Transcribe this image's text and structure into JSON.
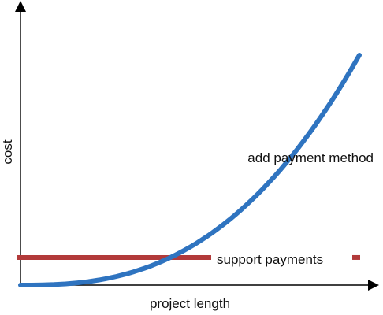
{
  "chart_data": {
    "type": "line",
    "xlabel": "project length",
    "ylabel": "cost",
    "axis_ticks": false,
    "grid": false,
    "series": [
      {
        "name": "add payment method",
        "color": "#2f74c0",
        "shape": "convex-increasing",
        "x": [
          0,
          0.2,
          0.4,
          0.6,
          0.8,
          1.0
        ],
        "y": [
          0,
          0.03,
          0.12,
          0.28,
          0.55,
          1.0
        ]
      },
      {
        "name": "support payments",
        "color": "#b23a3a",
        "shape": "flat",
        "x": [
          0,
          1.0
        ],
        "y": [
          0.12,
          0.12
        ]
      }
    ]
  }
}
